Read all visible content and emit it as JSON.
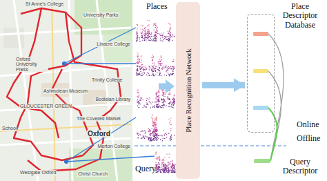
{
  "diagram": {
    "nodes": [
      {
        "text": [
          "Place Recognition Network"
        ]
      },
      {
        "text": [
          "Place Descriptor Database"
        ]
      },
      {
        "text": [
          "Query Descriptor"
        ]
      }
    ],
    "edges": [
      {
        "from": 0,
        "to": 1,
        "arrow": "to"
      }
    ],
    "labels": [
      "Places",
      "Query",
      "Online",
      "Offline",
      "St Anne's College",
      "University Parks",
      "Linacre College",
      "Oxford University Press",
      "Trinity College",
      "Ashmolean Museum",
      "GLOUCESTER GREEN",
      "Bodleian Library",
      "The Covered Market",
      "Oxford",
      "Merton College",
      "School",
      "Westgate Oxford",
      "Christ Church"
    ]
  }
}
